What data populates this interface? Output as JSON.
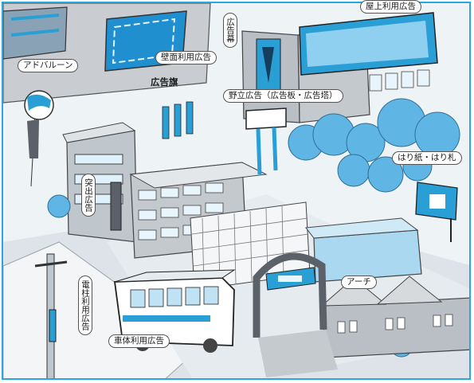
{
  "labels": {
    "rooftop": "屋上利用広告",
    "banner_curtain": "広告幕",
    "ad_balloon": "アドバルーン",
    "wall": "壁面利用広告",
    "flag": "広告旗",
    "standing": "野立広告（広告板・広告塔）",
    "poster": "はり紙・はり札",
    "projecting": "突出広告",
    "arch": "アーチ",
    "utility_pole": "電柱利用広告",
    "vehicle": "車体利用広告"
  },
  "colors": {
    "frame": "#29a8e0",
    "accent": "#2a9fd6",
    "building": "#bfc3c7"
  }
}
